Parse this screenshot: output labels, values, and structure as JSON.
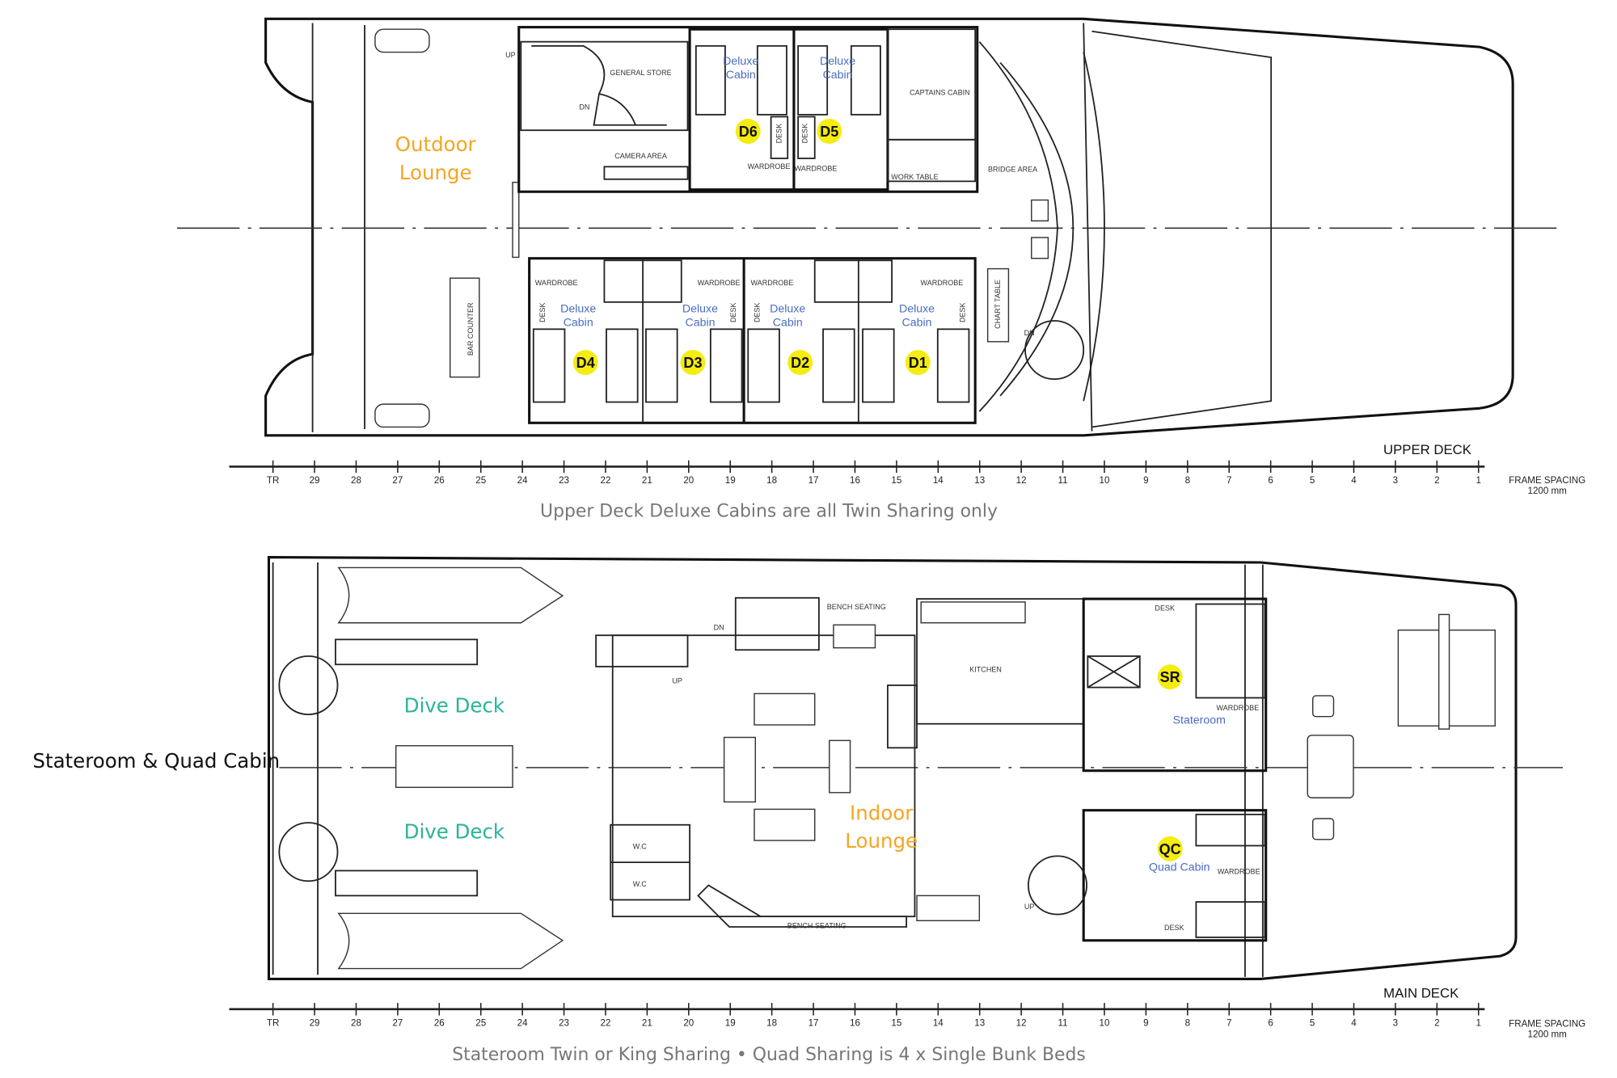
{
  "colors": {
    "orange": "#f5a623",
    "teal": "#2bb39a",
    "blue": "#4a6cc0",
    "badge": "#f5ec12"
  },
  "frame_labels": [
    "TR",
    "29",
    "28",
    "27",
    "26",
    "25",
    "24",
    "23",
    "22",
    "21",
    "20",
    "19",
    "18",
    "17",
    "16",
    "15",
    "14",
    "13",
    "12",
    "11",
    "10",
    "9",
    "8",
    "7",
    "6",
    "5",
    "4",
    "3",
    "2",
    "1"
  ],
  "frame_spacing": "FRAME SPACING",
  "frame_spacing_value": "1200 mm",
  "upper": {
    "deck_label": "UPPER DECK",
    "caption": "Upper Deck Deluxe Cabins are all Twin Sharing only",
    "outdoor": "Outdoor",
    "lounge": "Lounge",
    "cabin_word1": "Deluxe",
    "cabin_word2": "Cabin",
    "badges": [
      "D6",
      "D5",
      "D4",
      "D3",
      "D2",
      "D1"
    ],
    "general_store": "GENERAL STORE",
    "camera_area": "CAMERA AREA",
    "captains_cabin": "CAPTAINS CABIN",
    "bridge_area": "BRIDGE AREA",
    "work_table": "WORK TABLE",
    "wardrobe": "WARDROBE",
    "desk": "DESK",
    "chart_table": "CHART TABLE",
    "bar_counter": "BAR COUNTER",
    "up": "UP",
    "dn": "DN"
  },
  "main": {
    "deck_label": "MAIN DECK",
    "caption": "Stateroom Twin or King Sharing • Quad Sharing is 4 x Single Bunk Beds",
    "side_title": "Stateroom & Quad Cabin",
    "dive_deck": "Dive Deck",
    "indoor": "Indoor",
    "lounge": "Lounge",
    "bench_seating": "BENCH SEATING",
    "kitchen": "KITCHEN",
    "desk": "DESK",
    "wardrobe": "WARDROBE",
    "stateroom": "Stateroom",
    "quad_cabin": "Quad Cabin",
    "wc": "W.C",
    "badge_sr": "SR",
    "badge_qc": "QC",
    "up": "UP",
    "dn": "DN"
  }
}
